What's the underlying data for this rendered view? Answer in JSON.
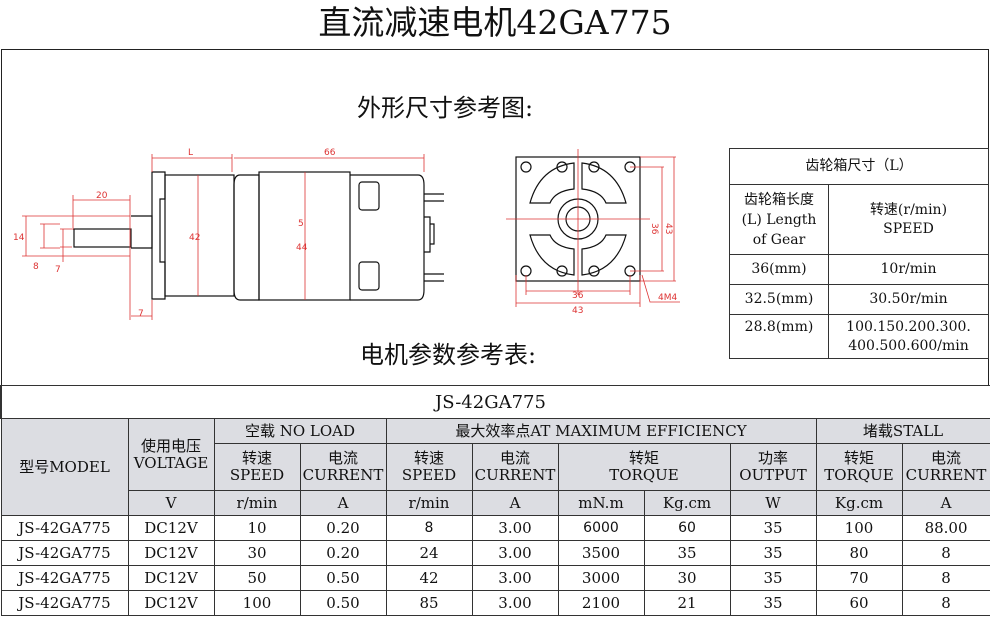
{
  "title": "直流减速电机42GA775",
  "sections": {
    "dimension_heading": "外形尺寸参考图:",
    "params_heading": "电机参数参考表:"
  },
  "side_view_dims": {
    "L": "L",
    "motor_len": "66",
    "shaft_len": "20",
    "d14": "14",
    "d8": "8",
    "d7": "7",
    "gear_dia": "42",
    "motor_dia_a": "5",
    "motor_dia_b": "44",
    "flange": "7"
  },
  "front_view_dims": {
    "hole_h": "36",
    "outer_h": "43",
    "hole_w": "36",
    "outer_w": "43",
    "thread": "4M4"
  },
  "gearbox_table": {
    "title": "齿轮箱尺寸（L）",
    "col1_header": [
      "齿轮箱长度",
      "(L) Length",
      "of Gear"
    ],
    "col2_header": [
      "转速(r/min)",
      "SPEED"
    ],
    "rows": [
      {
        "length": "36(mm)",
        "speed": [
          "10r/min"
        ]
      },
      {
        "length": "32.5(mm)",
        "speed": [
          "30.50r/min"
        ]
      },
      {
        "length": "28.8(mm)",
        "speed": [
          "100.150.200.300.",
          "400.500.600/min"
        ]
      }
    ]
  },
  "spec_table": {
    "model_title": "JS-42GA775",
    "headers": {
      "model": "型号MODEL",
      "voltage": [
        "使用电压",
        "VOLTAGE"
      ],
      "no_load": "空载   NO   LOAD",
      "max_eff": "最大效率点AT   MAXIMUM EFFICIENCY",
      "stall": "堵载STALL",
      "speed": [
        "转速",
        "SPEED"
      ],
      "current": [
        "电流",
        "CURRENT"
      ],
      "torque": [
        "转矩",
        "TORQUE"
      ],
      "output": [
        "功率",
        "OUTPUT"
      ]
    },
    "units": [
      "V",
      "r/min",
      "A",
      "r/min",
      "A",
      "mN.m",
      "Kg.cm",
      "W",
      "Kg.cm",
      "A"
    ],
    "rows": [
      [
        "JS-42GA775",
        "DC12V",
        "10",
        "0.20",
        "8",
        "3.00",
        "6000",
        "60",
        "35",
        "100",
        "88.00"
      ],
      [
        "JS-42GA775",
        "DC12V",
        "30",
        "0.20",
        "24",
        "3.00",
        "3500",
        "35",
        "35",
        "80",
        "8"
      ],
      [
        "JS-42GA775",
        "DC12V",
        "50",
        "0.50",
        "42",
        "3.00",
        "3000",
        "30",
        "35",
        "70",
        "8"
      ],
      [
        "JS-42GA775",
        "DC12V",
        "100",
        "0.50",
        "85",
        "3.00",
        "2100",
        "21",
        "35",
        "60",
        "8"
      ]
    ]
  },
  "colors": {
    "header_bg": "#dcdde2",
    "dimension": "#dd3333"
  }
}
